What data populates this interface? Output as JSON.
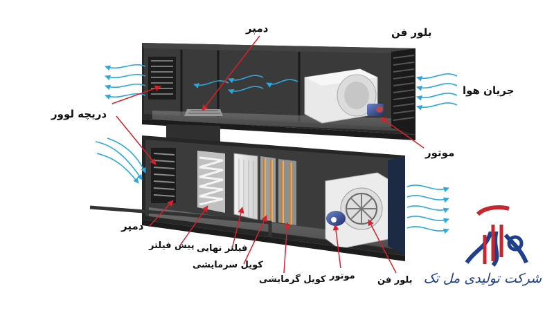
{
  "labels": {
    "damper_top": "دمپر",
    "blower_fan_top": "بلور فن",
    "airflow": "جریان هوا",
    "louver_damper": "دریچه لوور",
    "motor_top": "موتور",
    "damper_bottom": "دمپر",
    "pre_filter": "پیش فیلتر",
    "final_filter": "فیلتر نهایی",
    "cooling_coil": "کویل سرمایشی",
    "heating_coil": "کویل گرمایشی",
    "motor_bottom": "موتور",
    "blower_fan_bottom": "بلور فن"
  },
  "logo": {
    "company_name": "شرکت تولیدی مل تک"
  },
  "colors": {
    "casing": "#2b2b2b",
    "panel": "#3c3c3c",
    "airflow_arrow": "#29a8e0",
    "pointer_line": "#d8212a",
    "logo_blue": "#1f3f8c",
    "logo_red": "#c8262e"
  }
}
